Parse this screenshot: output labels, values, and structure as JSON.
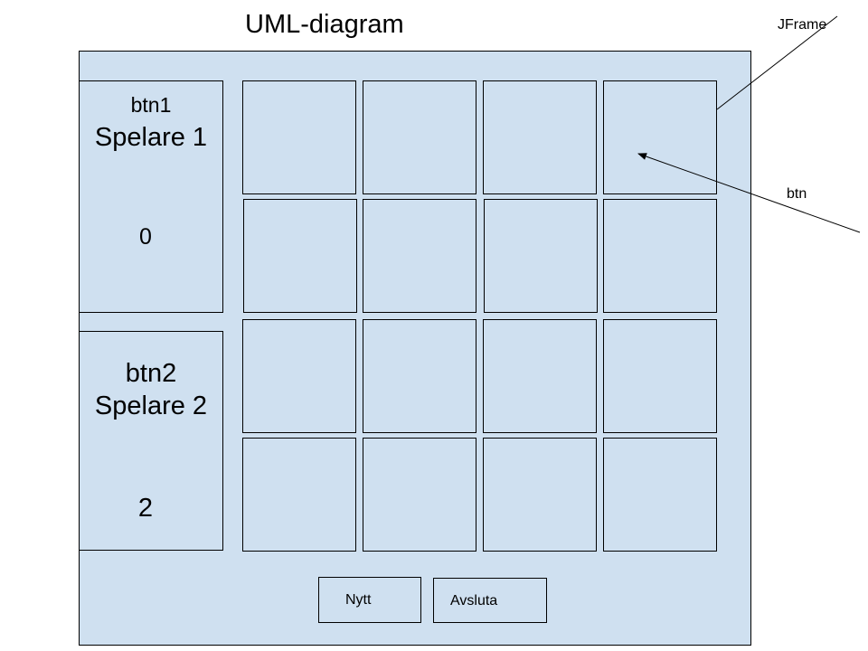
{
  "title": "UML-diagram",
  "colors": {
    "panel_fill": "#cfe0f0",
    "stroke": "#000000"
  },
  "player1": {
    "button": "btn1",
    "name": "Spelare 1",
    "score": "0"
  },
  "player2": {
    "button": "btn2",
    "name": "Spelare 2",
    "score": "2"
  },
  "buttons": {
    "new": "Nytt",
    "quit": "Avsluta"
  },
  "callouts": {
    "frame": "JFrame",
    "button": "btn"
  }
}
